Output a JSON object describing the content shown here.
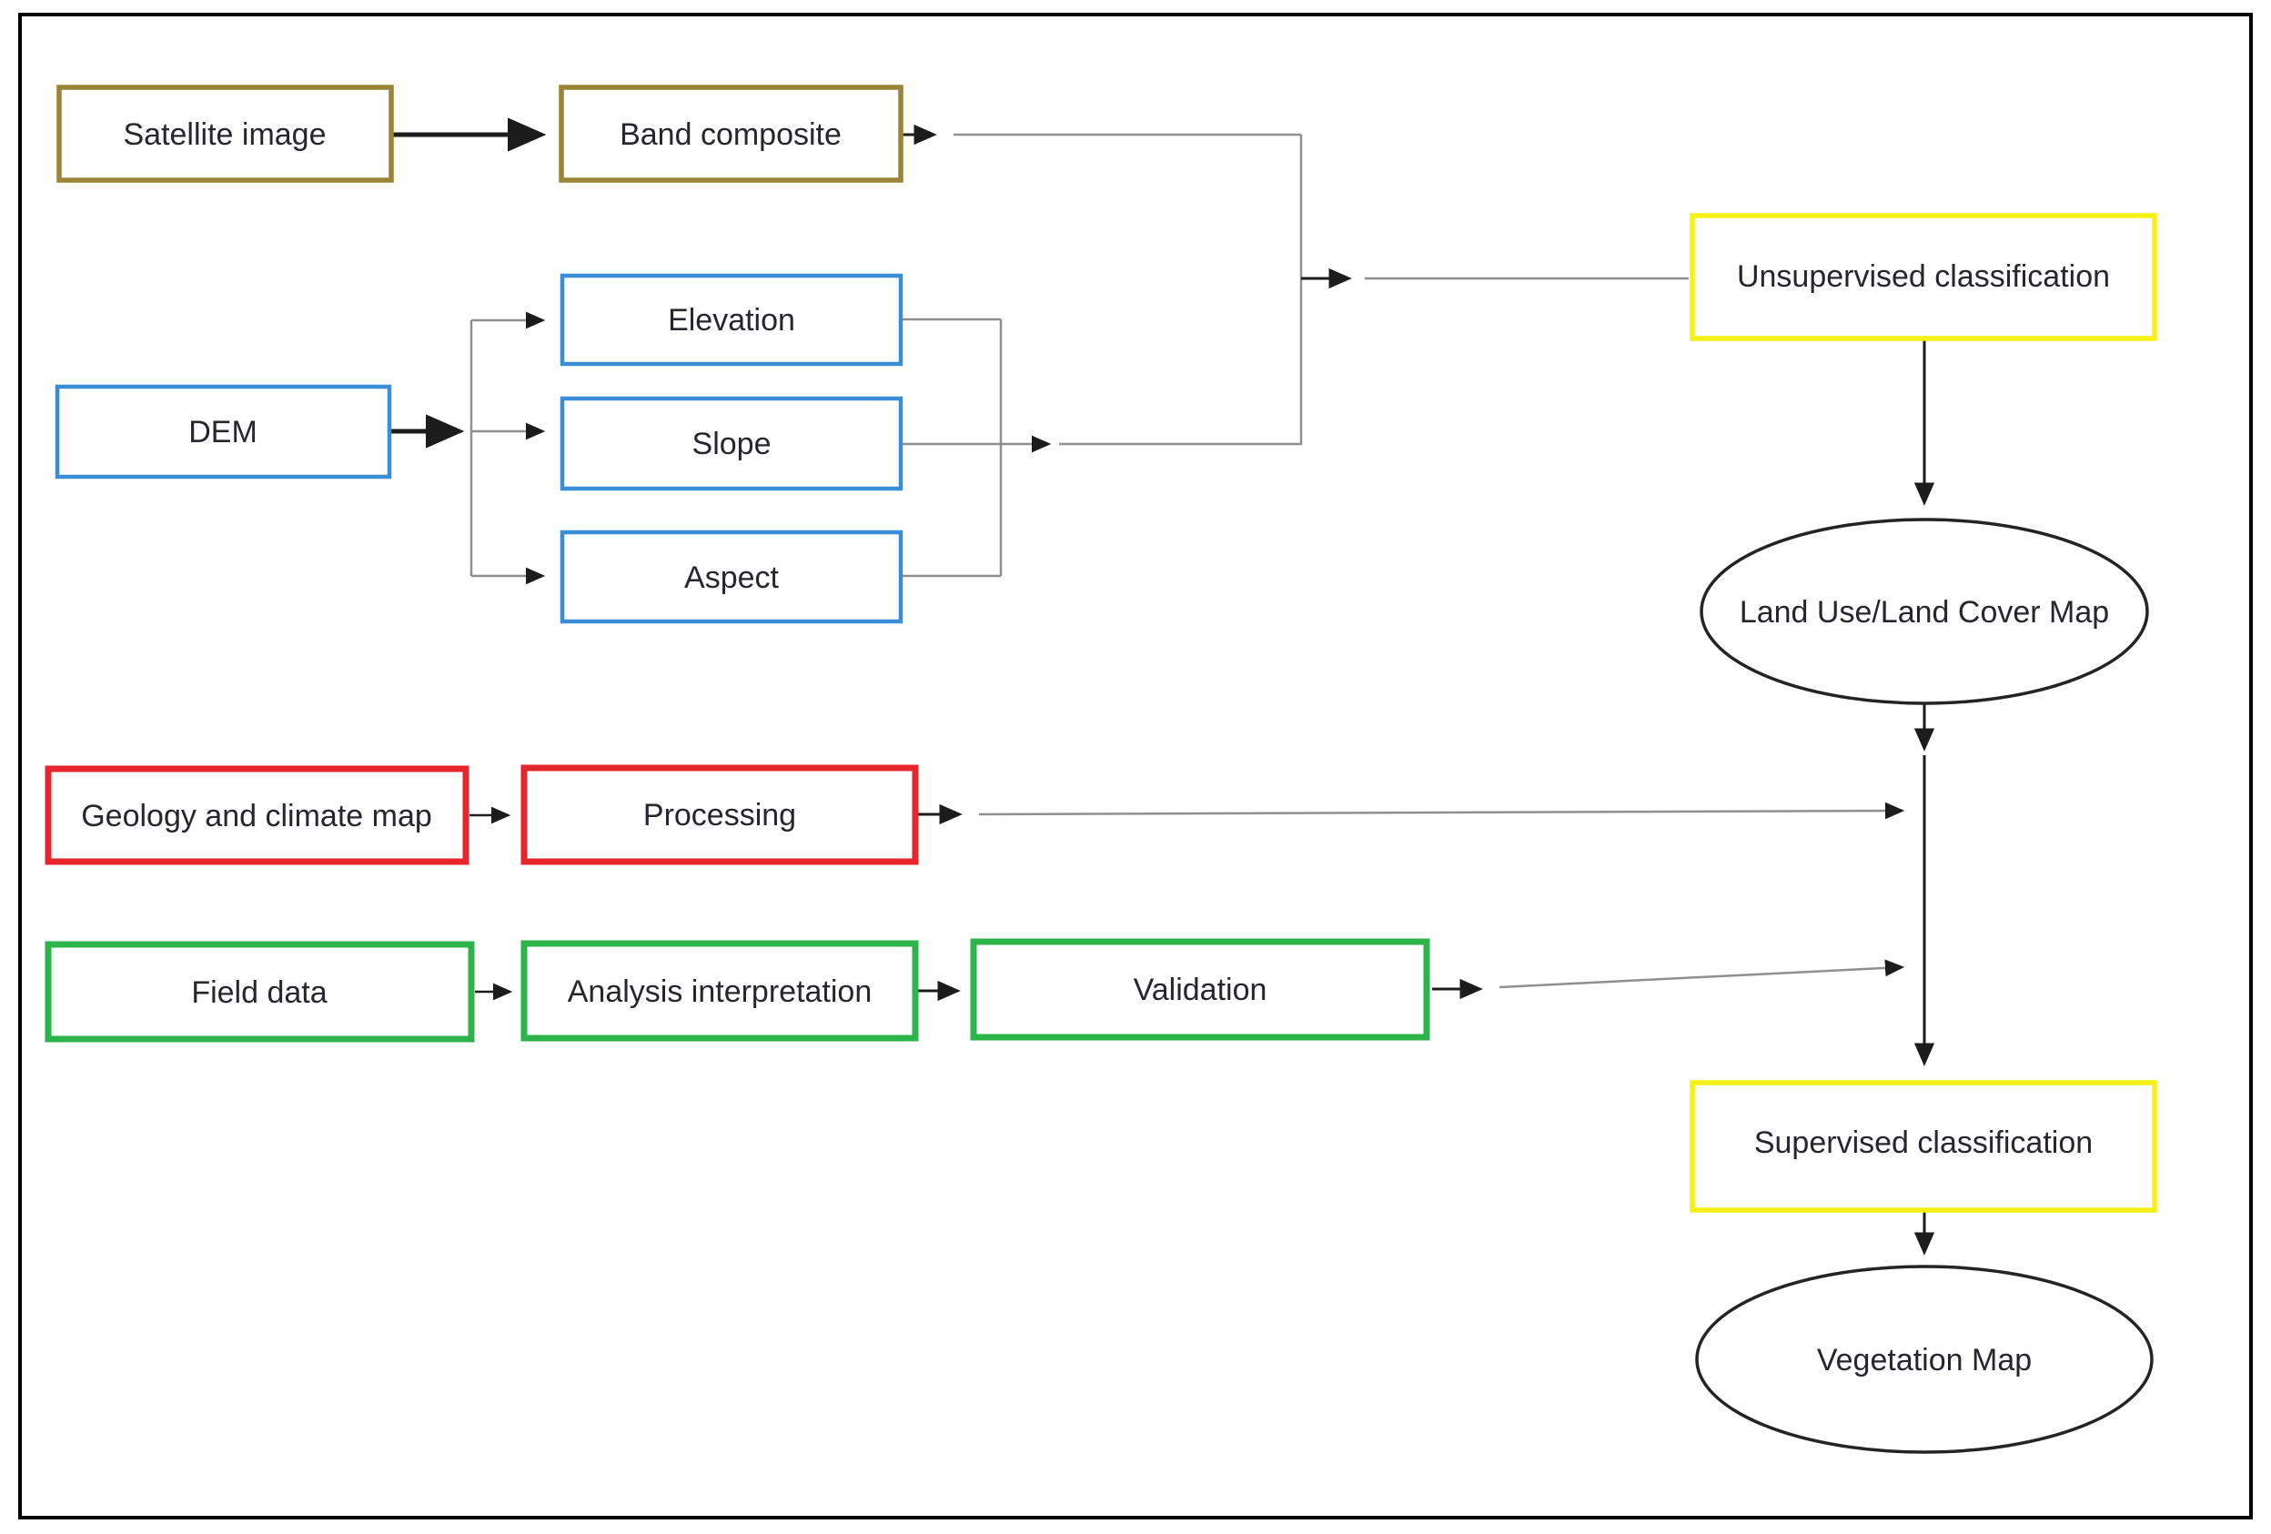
{
  "colors": {
    "olive": "#9a8435",
    "blue": "#3a8ed5",
    "red": "#e5262c",
    "green": "#2cb34a",
    "yellow": "#f5f116",
    "gray_line": "#8f8f8f",
    "black_line": "#1c1c1c",
    "ellipse_stroke": "#242424",
    "text": "#26262e"
  },
  "nodes": {
    "satellite_image": {
      "label": "Satellite image",
      "shape": "rect",
      "border_color": "olive"
    },
    "band_composite": {
      "label": "Band composite",
      "shape": "rect",
      "border_color": "olive"
    },
    "elevation": {
      "label": "Elevation",
      "shape": "rect",
      "border_color": "blue"
    },
    "dem": {
      "label": "DEM",
      "shape": "rect",
      "border_color": "blue"
    },
    "slope": {
      "label": "Slope",
      "shape": "rect",
      "border_color": "blue"
    },
    "aspect": {
      "label": "Aspect",
      "shape": "rect",
      "border_color": "blue"
    },
    "geology_climate_map": {
      "label": "Geology and climate map",
      "shape": "rect",
      "border_color": "red"
    },
    "processing": {
      "label": "Processing",
      "shape": "rect",
      "border_color": "red"
    },
    "field_data": {
      "label": "Field data",
      "shape": "rect",
      "border_color": "green"
    },
    "analysis_interpretation": {
      "label": "Analysis interpretation",
      "shape": "rect",
      "border_color": "green"
    },
    "validation": {
      "label": "Validation",
      "shape": "rect",
      "border_color": "green"
    },
    "unsupervised_classification": {
      "label": "Unsupervised classification",
      "shape": "rect",
      "border_color": "yellow"
    },
    "land_use_land_cover_map": {
      "label": "Land Use/Land Cover Map",
      "shape": "ellipse",
      "border_color": "black"
    },
    "supervised_classification": {
      "label": "Supervised classification",
      "shape": "rect",
      "border_color": "yellow"
    },
    "vegetation_map": {
      "label": "Vegetation Map",
      "shape": "ellipse",
      "border_color": "black"
    }
  },
  "edges": [
    {
      "from": "satellite_image",
      "to": "band_composite"
    },
    {
      "from": "band_composite",
      "to": "unsupervised_classification"
    },
    {
      "from": "dem",
      "to": "elevation"
    },
    {
      "from": "dem",
      "to": "slope"
    },
    {
      "from": "dem",
      "to": "aspect"
    },
    {
      "from": "elevation",
      "to": "unsupervised_classification"
    },
    {
      "from": "slope",
      "to": "unsupervised_classification"
    },
    {
      "from": "aspect",
      "to": "unsupervised_classification"
    },
    {
      "from": "unsupervised_classification",
      "to": "land_use_land_cover_map"
    },
    {
      "from": "land_use_land_cover_map",
      "to": "supervised_classification"
    },
    {
      "from": "geology_climate_map",
      "to": "processing"
    },
    {
      "from": "processing",
      "to": "supervised_classification"
    },
    {
      "from": "field_data",
      "to": "analysis_interpretation"
    },
    {
      "from": "analysis_interpretation",
      "to": "validation"
    },
    {
      "from": "validation",
      "to": "supervised_classification"
    },
    {
      "from": "supervised_classification",
      "to": "vegetation_map"
    }
  ]
}
